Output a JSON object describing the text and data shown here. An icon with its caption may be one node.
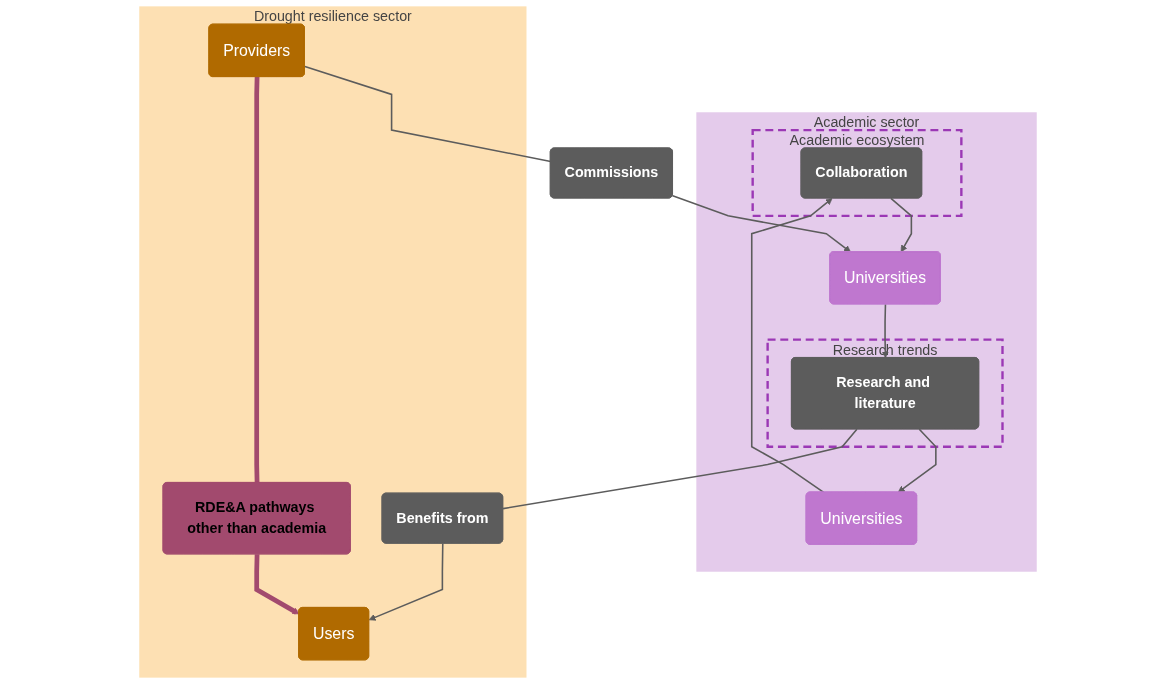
{
  "diagram": {
    "nodes": [
      {
        "text": [
          "Academic sector"
        ]
      },
      {
        "text": [
          "Academic ecosystem"
        ],
        "in": 0
      },
      {
        "text": [
          "Collaboration"
        ],
        "in": 1
      },
      {
        "text": [
          "Universities"
        ],
        "in": 0
      },
      {
        "text": [
          "Universities"
        ],
        "in": 0
      },
      {
        "text": [
          "Research trends"
        ],
        "in": 0
      },
      {
        "text": [
          "Research and literature"
        ],
        "in": 5
      },
      {
        "text": [
          "Commissions"
        ]
      },
      {
        "text": [
          "Drought resilience sector"
        ]
      },
      {
        "text": [
          "Benefits from"
        ],
        "in": 8
      },
      {
        "text": [
          "Providers"
        ],
        "in": 8
      },
      {
        "text": [
          "RDE&A pathways other than academia"
        ],
        "in": 8
      },
      {
        "text": [
          "Users"
        ],
        "in": 8
      }
    ],
    "edges": [
      {
        "from": 2,
        "to": 3,
        "arrow": "to"
      },
      {
        "from": 4,
        "to": 2,
        "arrow": "to"
      },
      {
        "from": 3,
        "to": 6,
        "arrow": "to"
      },
      {
        "from": 6,
        "to": 4,
        "arrow": "to"
      },
      {
        "from": 10,
        "to": 7,
        "arrow": "none"
      },
      {
        "from": 7,
        "to": 3,
        "arrow": "to"
      },
      {
        "from": 6,
        "to": 9,
        "arrow": "none"
      },
      {
        "from": 9,
        "to": 12,
        "arrow": "to"
      },
      {
        "from": 10,
        "to": 11,
        "arrow": "none",
        "style": "thick",
        "color": "#a24a6e"
      },
      {
        "from": 11,
        "to": 12,
        "arrow": "to",
        "style": "thick",
        "color": "#a24a6e"
      }
    ]
  }
}
